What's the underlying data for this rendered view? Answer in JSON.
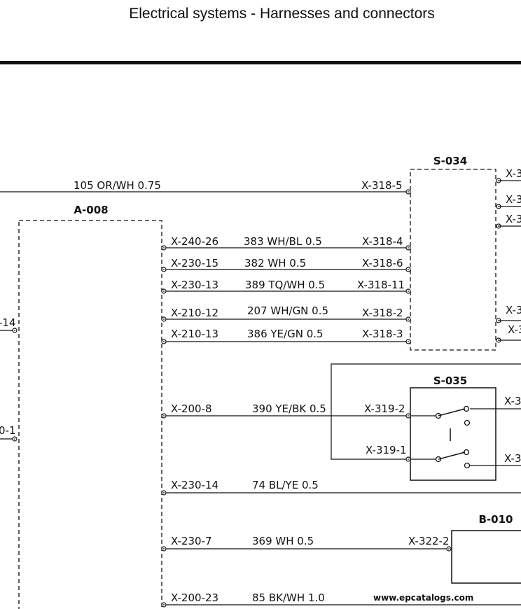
{
  "header": {
    "title": "Electrical systems - Harnesses and connectors"
  },
  "components": {
    "a008": "A-008",
    "s034": "S-034",
    "s035": "S-035",
    "b010": "B-010"
  },
  "wires": [
    {
      "left": "",
      "spec": "105 OR/WH 0.75",
      "right": "X-318-5"
    },
    {
      "left": "X-240-26",
      "spec": "383 WH/BL 0.5",
      "right": "X-318-4"
    },
    {
      "left": "X-230-15",
      "spec": "382 WH 0.5",
      "right": "X-318-6"
    },
    {
      "left": "X-230-13",
      "spec": "389 TQ/WH 0.5",
      "right": "X-318-11"
    },
    {
      "left": "X-210-12",
      "spec": "207 WH/GN 0.5",
      "right": "X-318-2"
    },
    {
      "left": "X-210-13",
      "spec": "386 YE/GN 0.5",
      "right": "X-318-3"
    },
    {
      "left": "X-200-8",
      "spec": "390 YE/BK 0.5",
      "right": "X-319-2"
    },
    {
      "left": "",
      "spec": "",
      "right": "X-319-1"
    },
    {
      "left": "X-230-14",
      "spec": "74 BL/YE 0.5",
      "right": ""
    },
    {
      "left": "X-230-7",
      "spec": "369 WH 0.5",
      "right": "X-322-2"
    },
    {
      "left": "X-200-23",
      "spec": "85 BK/WH 1.0",
      "right": ""
    }
  ],
  "edge_labels": {
    "left_1": "-14",
    "left_2": "0-1",
    "right_1": "X-3",
    "right_2": "X-3",
    "right_3": "X-3",
    "right_4": "X-3",
    "right_5": "X-3",
    "right_6": "X-3",
    "right_7": "X-3"
  },
  "watermark": "www.epcatalogs.com"
}
